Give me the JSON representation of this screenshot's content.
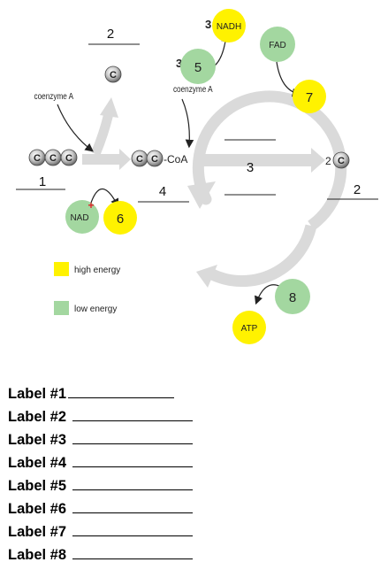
{
  "diagram": {
    "blank_numbers": {
      "top_carbon": "2",
      "start_molecule": "1",
      "acetyl_coa": "4",
      "cycle": "3",
      "exit_carbon": "2"
    },
    "molecule_labels": {
      "coenzyme_a_left": "coenzyme A",
      "coenzyme_a_right": "coenzyme A",
      "coa_suffix": "-CoA",
      "carbon": "C",
      "exit_multiplier": "2",
      "nadh_multiplier": "3",
      "fad_multiplier": "3"
    },
    "bubbles": {
      "nad": "NAD",
      "nad_plus": "+",
      "six": "6",
      "nadh": "NADH",
      "five": "5",
      "fad": "FAD",
      "seven": "7",
      "eight": "8",
      "atp": "ATP"
    },
    "legend": {
      "high": "high energy",
      "low": "low energy",
      "high_color": "#FFF200",
      "low_color": "#A3D7A0"
    },
    "colors": {
      "yellow": "#FFF200",
      "green": "#9DD6A0",
      "arrow_gray": "#D9D9D9"
    }
  },
  "answer_labels": [
    "Label #1",
    "Label #2",
    "Label #3",
    "Label #4",
    "Label #5",
    "Label #6",
    "Label #7",
    "Label #8"
  ]
}
